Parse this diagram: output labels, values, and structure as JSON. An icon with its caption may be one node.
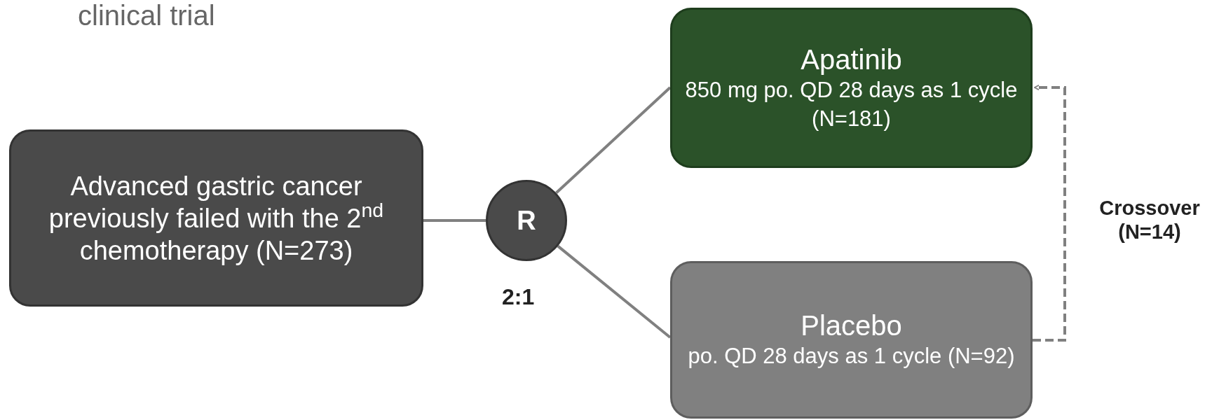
{
  "diagram": {
    "title": "clinical trial",
    "nodes": [
      {
        "text": [
          "Advanced gastric cancer previously failed with the 2$^{nd}$ chemotherapy (N=273)"
        ]
      },
      {
        "text": [
          "R"
        ]
      },
      {
        "text": [
          "Apatinib",
          "850 mg po. QD 28 days as 1 cycle (N=181)"
        ]
      },
      {
        "text": [
          "Placebo",
          "po. QD 28 days as 1 cycle (N=92)"
        ]
      }
    ],
    "edges": [
      {
        "from": 0,
        "to": 1,
        "arrow": "none"
      },
      {
        "from": 1,
        "to": 2,
        "arrow": "none"
      },
      {
        "from": 1,
        "to": 3,
        "arrow": "none"
      },
      {
        "from": 3,
        "to": 2,
        "arrow": "to",
        "style": "dashed",
        "label": "Crossover (N=14)"
      }
    ],
    "labels": [
      "2:1"
    ]
  }
}
